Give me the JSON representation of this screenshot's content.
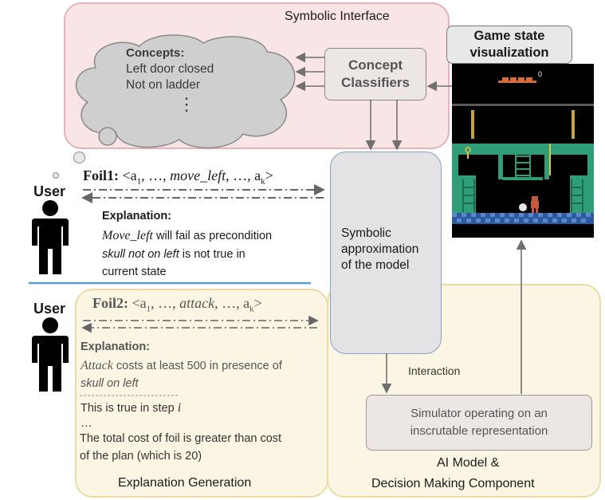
{
  "symbolic_interface": {
    "title": "Symbolic Interface",
    "concepts_heading": "Concepts:",
    "concepts": [
      "Left door closed",
      "Not on ladder"
    ],
    "concepts_more": "⋮",
    "classifiers": [
      "Concept",
      "Classifiers"
    ]
  },
  "game_state": {
    "title": [
      "Game state",
      "visualization"
    ],
    "score": "0"
  },
  "symbolic_approx": [
    "Symbolic",
    "approximation",
    "of the model"
  ],
  "interaction_label": "Interaction",
  "simulator": [
    "Simulator operating on an",
    "inscrutable representation"
  ],
  "ai_model": [
    "AI Model &",
    "Decision Making Component"
  ],
  "user1": {
    "label": "User",
    "foil_prefix": "Foil1:",
    "foil_open": "<a",
    "foil_sub1": "1",
    "foil_mid": ", …, ",
    "foil_action": "move_left",
    "foil_mid2": ", …, a",
    "foil_subk": "k",
    "foil_close": ">",
    "explanation_heading": "Explanation:",
    "line1_action": "Move_left",
    "line1_rest": " will fail as precondition",
    "line2_italic": "skull not on left",
    "line2_rest": " is not true in",
    "line3": "current state"
  },
  "user2": {
    "label": "User",
    "foil_prefix": "Foil2:",
    "foil_open": "<a",
    "foil_sub1": "1",
    "foil_mid": ", …, ",
    "foil_action": "attack",
    "foil_mid2": ", …, a",
    "foil_subk": "k",
    "foil_close": ">",
    "explanation_heading": "Explanation:",
    "line1_action": "Attack",
    "line1_rest": " costs at least 500 in presence of",
    "line2_italic": "skull on left",
    "line3_text": "This is true in step ",
    "line3_var": "i",
    "ellipsis": "…",
    "line4": "The total cost of foil is greater than cost",
    "line5": "of the plan (which is 20)"
  },
  "explanation_generation": "Explanation Generation",
  "colors": {
    "symbolic_bg": "#f9e4e6",
    "symbolic_border": "#e2b4b7",
    "yellow_bg": "#fbf5e3",
    "yellow_border": "#eadba7",
    "box_bg": "#ece6e4",
    "grey_box": "#e3e3e5",
    "divider": "#5b9bd5",
    "arrow": "#707070"
  }
}
